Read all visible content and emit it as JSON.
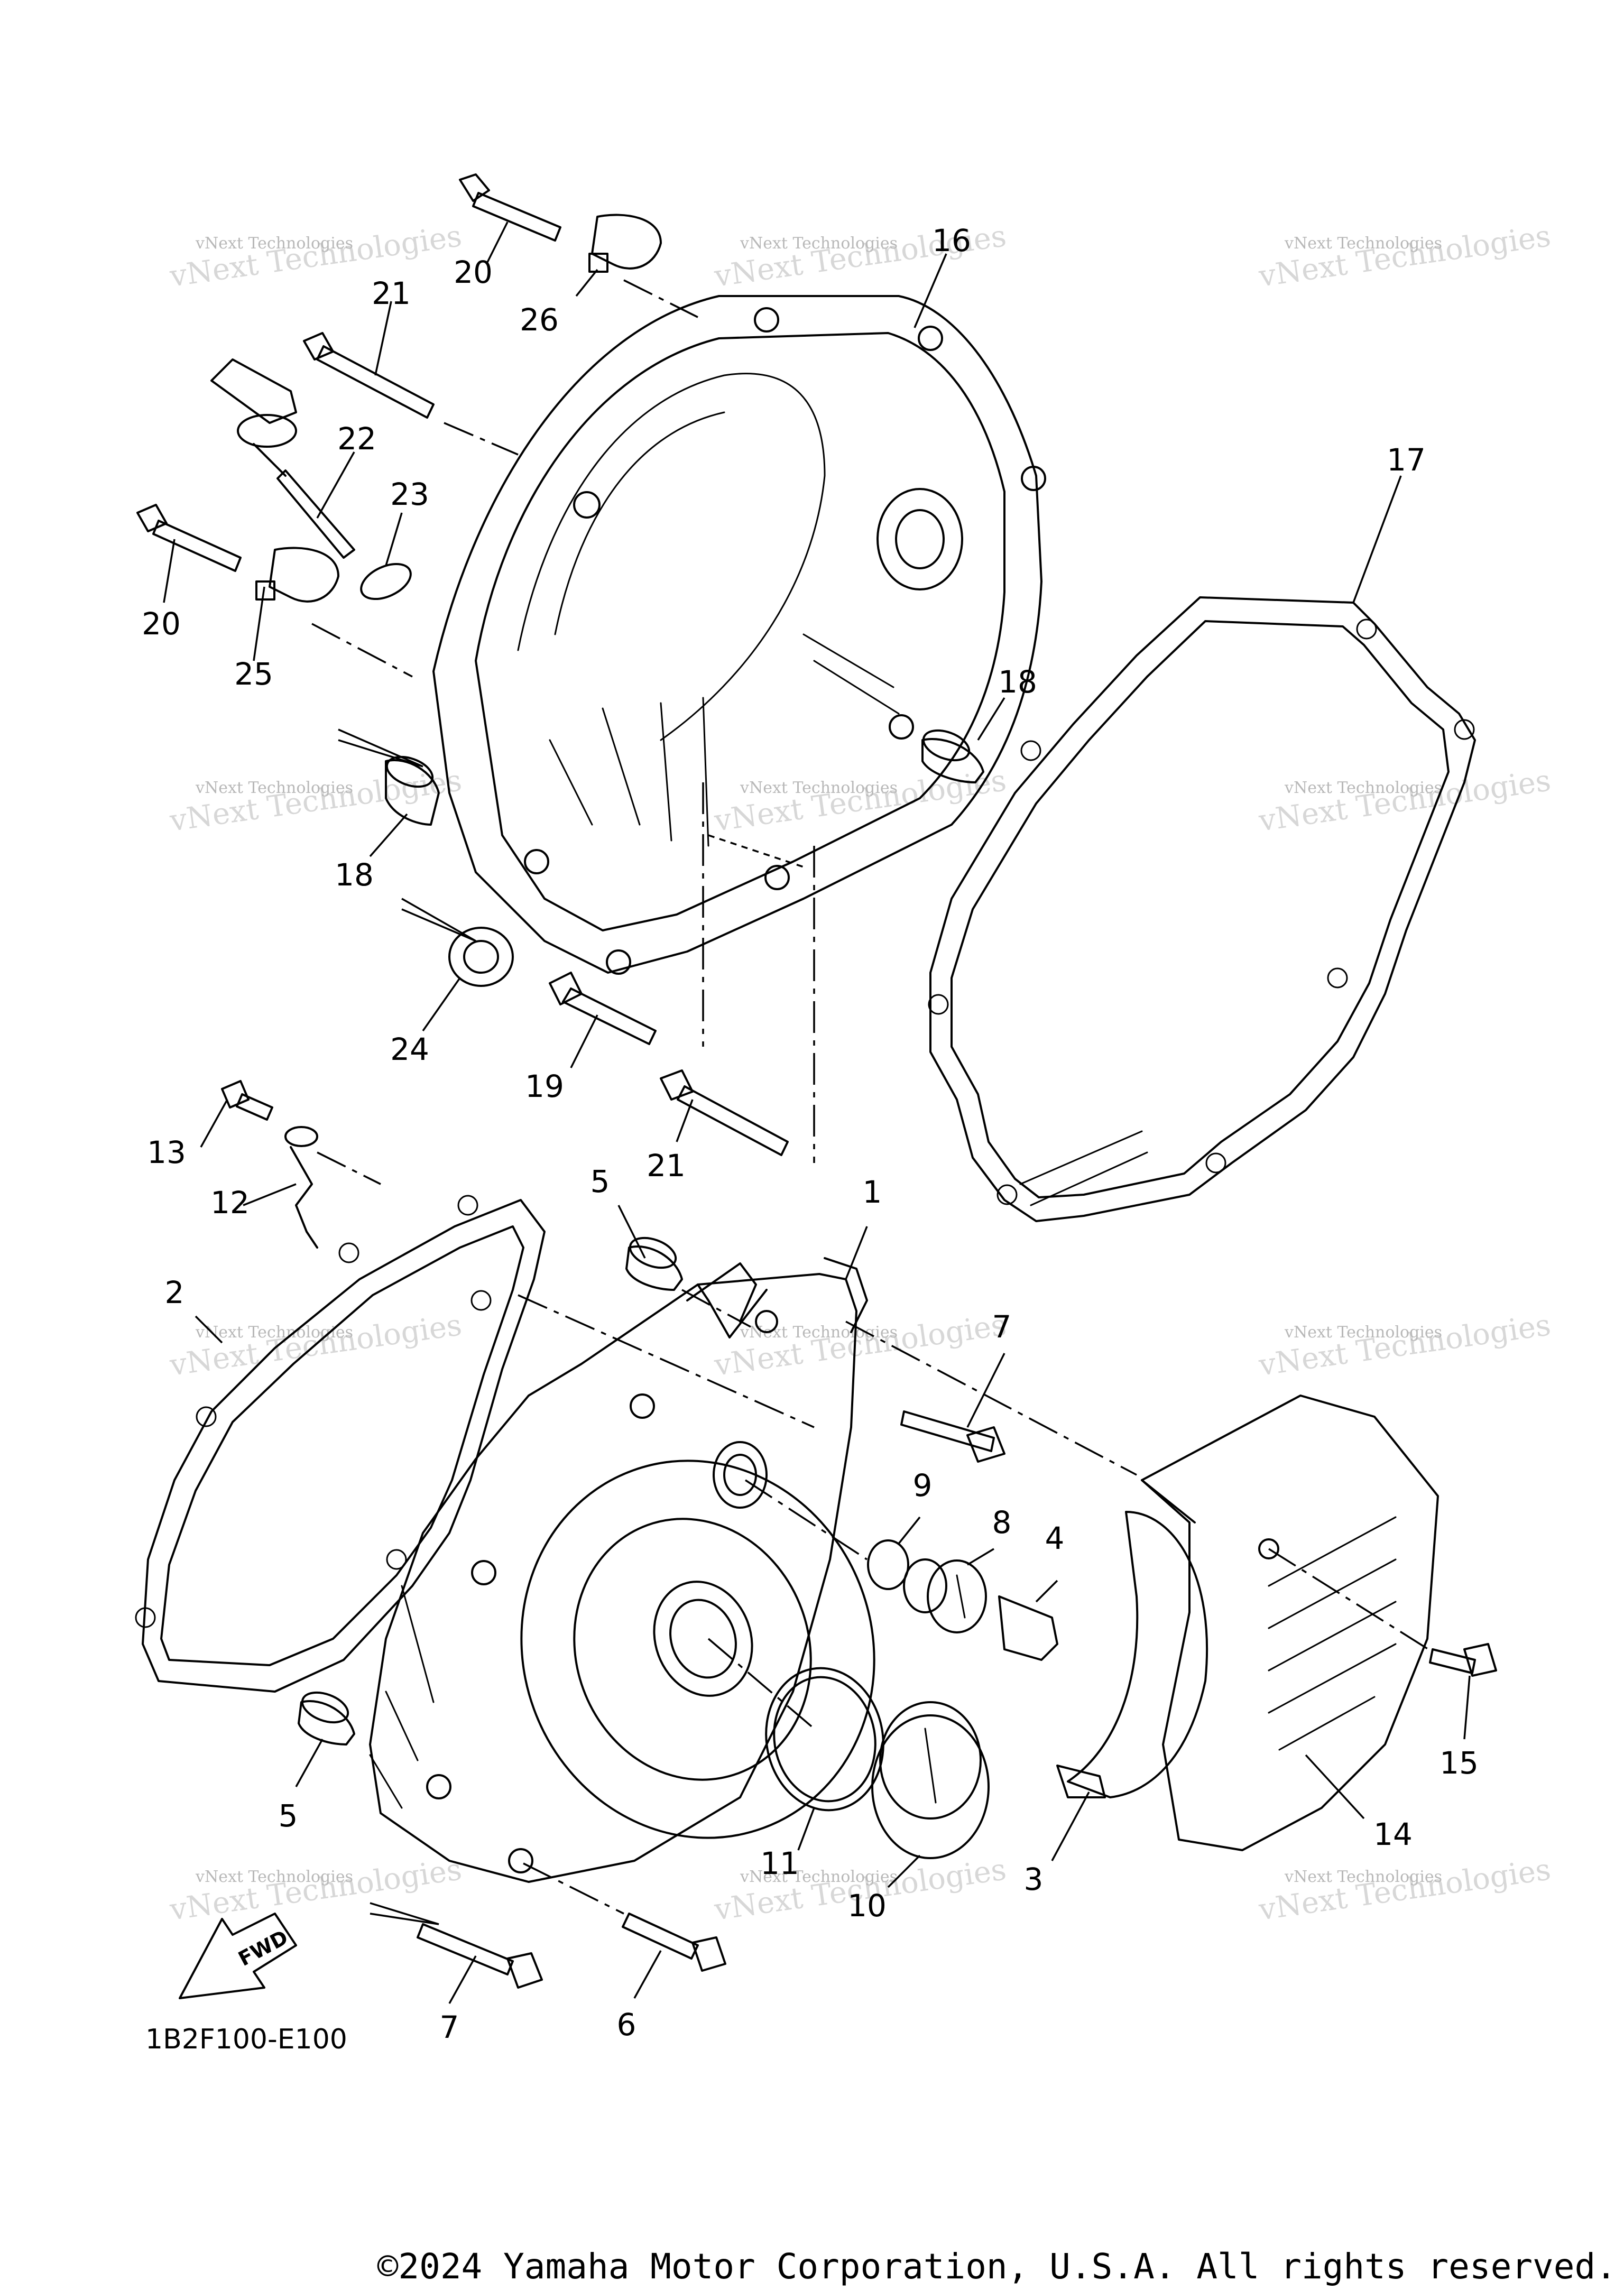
{
  "diagram_code": "1B2F100-E100",
  "fwd_label": "FWD",
  "copyright": "©2024 Yamaha Motor Corporation, U.S.A. All rights reserved.",
  "watermark": {
    "line1": "vNext Technologies",
    "line2": "vNext Technologies"
  },
  "callouts": [
    {
      "id": "c1",
      "label": "1"
    },
    {
      "id": "c2",
      "label": "2"
    },
    {
      "id": "c3",
      "label": "3"
    },
    {
      "id": "c4",
      "label": "4"
    },
    {
      "id": "c5a",
      "label": "5"
    },
    {
      "id": "c5b",
      "label": "5"
    },
    {
      "id": "c6",
      "label": "6"
    },
    {
      "id": "c7a",
      "label": "7"
    },
    {
      "id": "c7b",
      "label": "7"
    },
    {
      "id": "c8",
      "label": "8"
    },
    {
      "id": "c9",
      "label": "9"
    },
    {
      "id": "c10",
      "label": "10"
    },
    {
      "id": "c11",
      "label": "11"
    },
    {
      "id": "c12",
      "label": "12"
    },
    {
      "id": "c13",
      "label": "13"
    },
    {
      "id": "c14",
      "label": "14"
    },
    {
      "id": "c15",
      "label": "15"
    },
    {
      "id": "c16",
      "label": "16"
    },
    {
      "id": "c17",
      "label": "17"
    },
    {
      "id": "c18a",
      "label": "18"
    },
    {
      "id": "c18b",
      "label": "18"
    },
    {
      "id": "c19",
      "label": "19"
    },
    {
      "id": "c20a",
      "label": "20"
    },
    {
      "id": "c20b",
      "label": "20"
    },
    {
      "id": "c21a",
      "label": "21"
    },
    {
      "id": "c21b",
      "label": "21"
    },
    {
      "id": "c22",
      "label": "22"
    },
    {
      "id": "c23",
      "label": "23"
    },
    {
      "id": "c24",
      "label": "24"
    },
    {
      "id": "c25",
      "label": "25"
    },
    {
      "id": "c26",
      "label": "26"
    }
  ]
}
